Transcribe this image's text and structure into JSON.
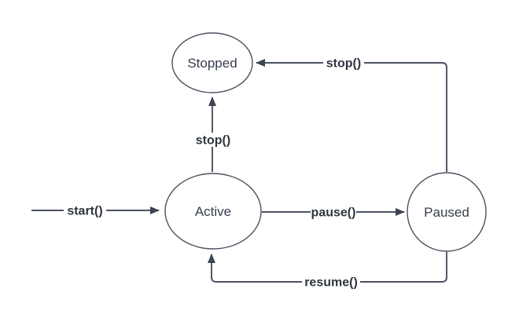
{
  "diagram": {
    "type": "state-machine-diagram",
    "colors": {
      "background": "#ffffff",
      "stroke": "#4a5260",
      "state_text": "#363d4a",
      "transition_text": "#2f3540"
    },
    "states": [
      {
        "id": "stopped",
        "label": "Stopped",
        "shape": "ellipse"
      },
      {
        "id": "active",
        "label": "Active",
        "shape": "ellipse"
      },
      {
        "id": "paused",
        "label": "Paused",
        "shape": "circle"
      }
    ],
    "transitions": [
      {
        "id": "start",
        "label": "start()",
        "from": "initial",
        "to": "active"
      },
      {
        "id": "stop-active",
        "label": "stop()",
        "from": "active",
        "to": "stopped"
      },
      {
        "id": "pause",
        "label": "pause()",
        "from": "active",
        "to": "paused"
      },
      {
        "id": "stop-paused",
        "label": "stop()",
        "from": "paused",
        "to": "stopped"
      },
      {
        "id": "resume",
        "label": "resume()",
        "from": "paused",
        "to": "active"
      }
    ]
  }
}
